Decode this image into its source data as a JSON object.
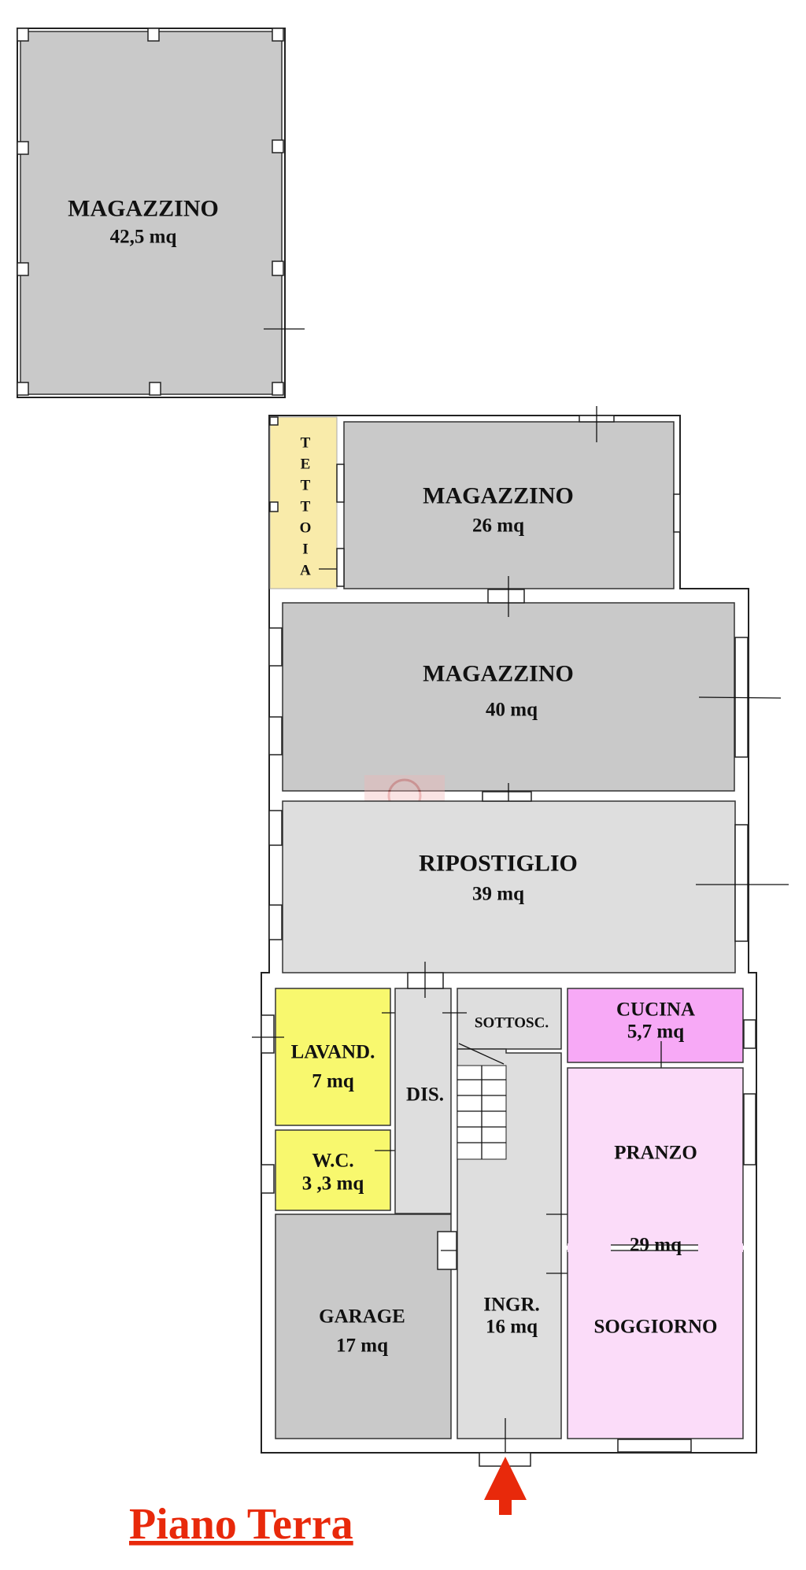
{
  "plan_title": "Piano Terra",
  "colors": {
    "storage": "#c9c9c9",
    "light_gray": "#dedede",
    "yellow": "#f8f86e",
    "tettoia": "#f9ebaa",
    "kitchen": "#f7a9f6",
    "living": "#fbdcf9",
    "accent": "#e8290b"
  },
  "rooms": {
    "magazzino_detached": {
      "name": "MAGAZZINO",
      "area": "42,5 mq"
    },
    "tettoia": {
      "letters": [
        "T",
        "E",
        "T",
        "T",
        "O",
        "I",
        "A"
      ]
    },
    "magazzino_26": {
      "name": "MAGAZZINO",
      "area": "26 mq"
    },
    "magazzino_40": {
      "name": "MAGAZZINO",
      "area": "40 mq"
    },
    "ripostiglio": {
      "name": "RIPOSTIGLIO",
      "area": "39 mq"
    },
    "lavanderia": {
      "name": "LAVAND.",
      "area": "7 mq"
    },
    "wc": {
      "name": "W.C.",
      "area": "3 ,3 mq"
    },
    "disimpegno": {
      "name": "DIS."
    },
    "sottoscala": {
      "name": "SOTTOSC."
    },
    "cucina": {
      "name": "CUCINA",
      "area": "5,7 mq"
    },
    "pranzo": {
      "name": "PRANZO"
    },
    "pranzo_soggiorno_area": "29 mq",
    "soggiorno": {
      "name": "SOGGIORNO"
    },
    "ingresso": {
      "name": "INGR.",
      "area": "16 mq"
    },
    "garage": {
      "name": "GARAGE",
      "area": "17 mq"
    }
  },
  "entrance_icon": "arrow-up-icon"
}
